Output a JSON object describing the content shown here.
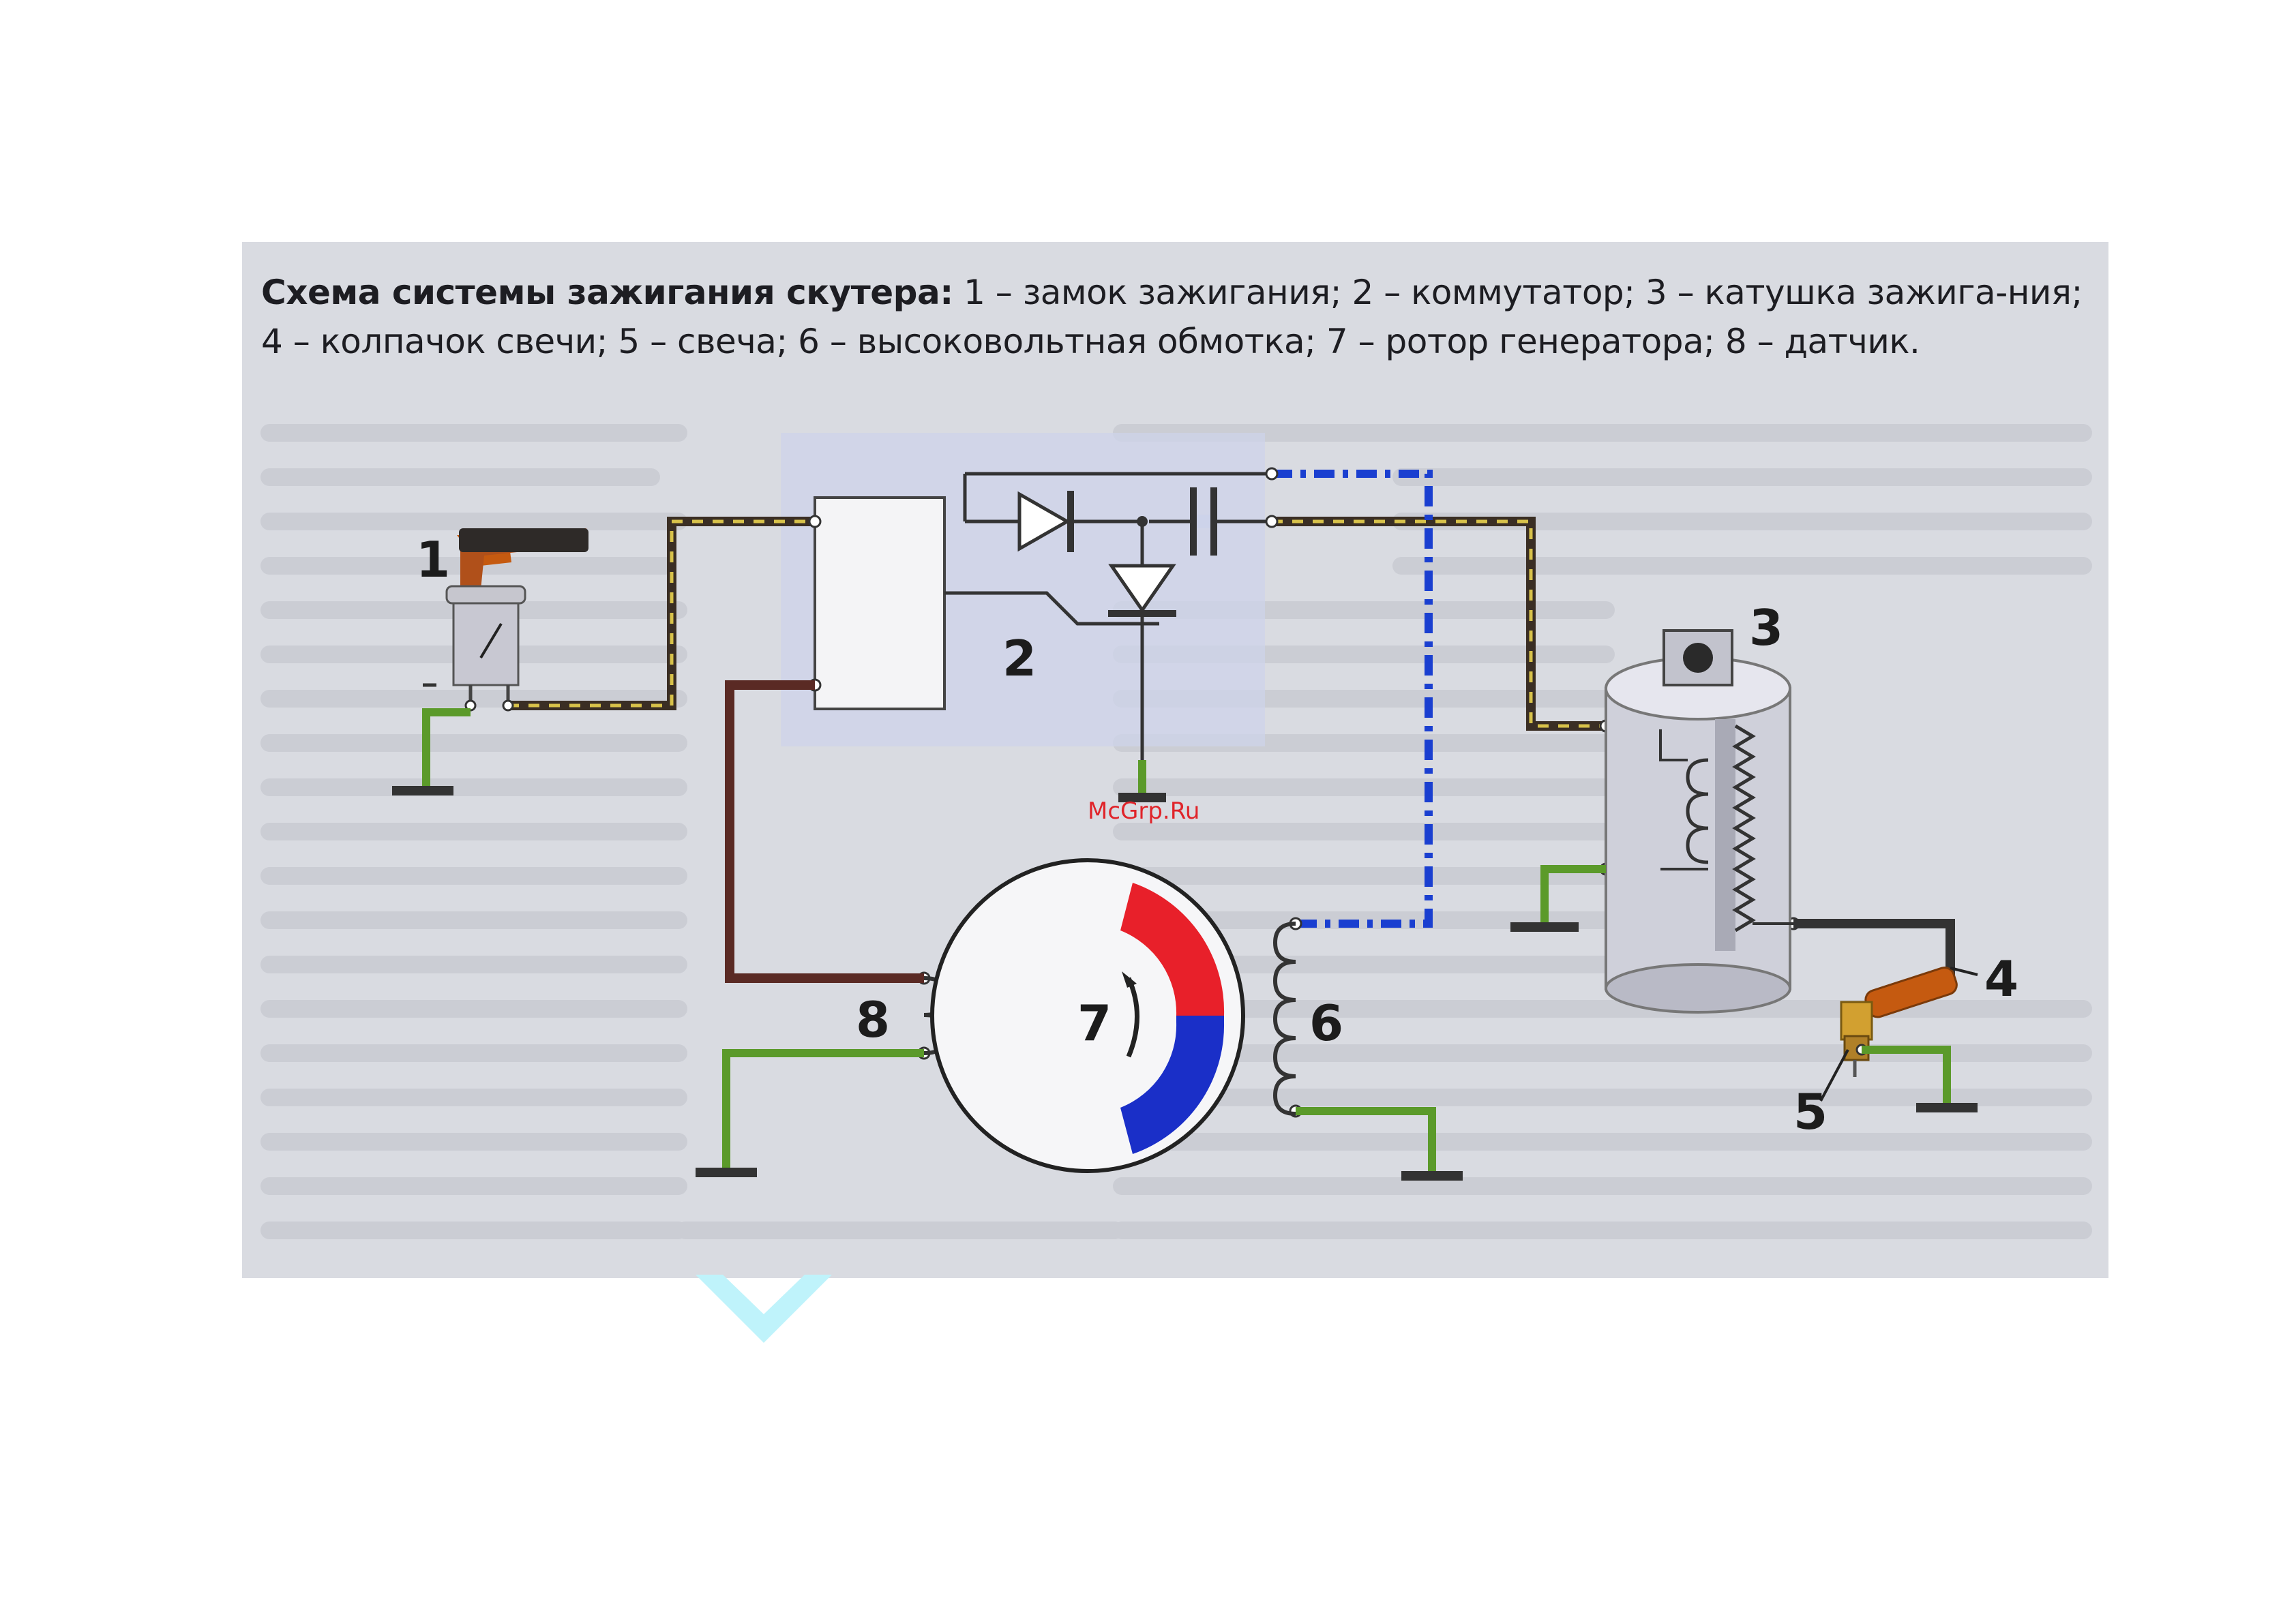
{
  "caption": {
    "title": "Схема системы зажигания скутера:",
    "text": " 1 – замок зажигания; 2 – коммутатор; 3 – катушка зажига-ния; 4 – колпачок свечи; 5 – свеча; 6 – высоковольтная обмотка; 7 – ротор генератора; 8 – датчик."
  },
  "labels": {
    "l1": "1",
    "l2": "2",
    "l3": "3",
    "l4": "4",
    "l5": "5",
    "l6": "6",
    "l7": "7",
    "l8": "8"
  },
  "watermark": "McGrp.Ru",
  "colors": {
    "figure_bg": "#d9dbe1",
    "wire_black_yellow": "#3a2e24",
    "wire_blue": "#1a3fd0",
    "wire_green": "#5b9a2a",
    "wire_dark_red": "#5a2a24",
    "rotor_red": "#e8202a",
    "rotor_blue": "#1a2fc8",
    "watermark": "#e0242a",
    "chevron": "#bff3fb"
  },
  "icons": {
    "ignition_switch": "ignition-lock-icon",
    "coil": "ignition-coil-icon",
    "plug": "spark-plug-icon",
    "diode": "diode-symbol",
    "thyristor": "thyristor-symbol",
    "capacitor": "capacitor-symbol"
  }
}
